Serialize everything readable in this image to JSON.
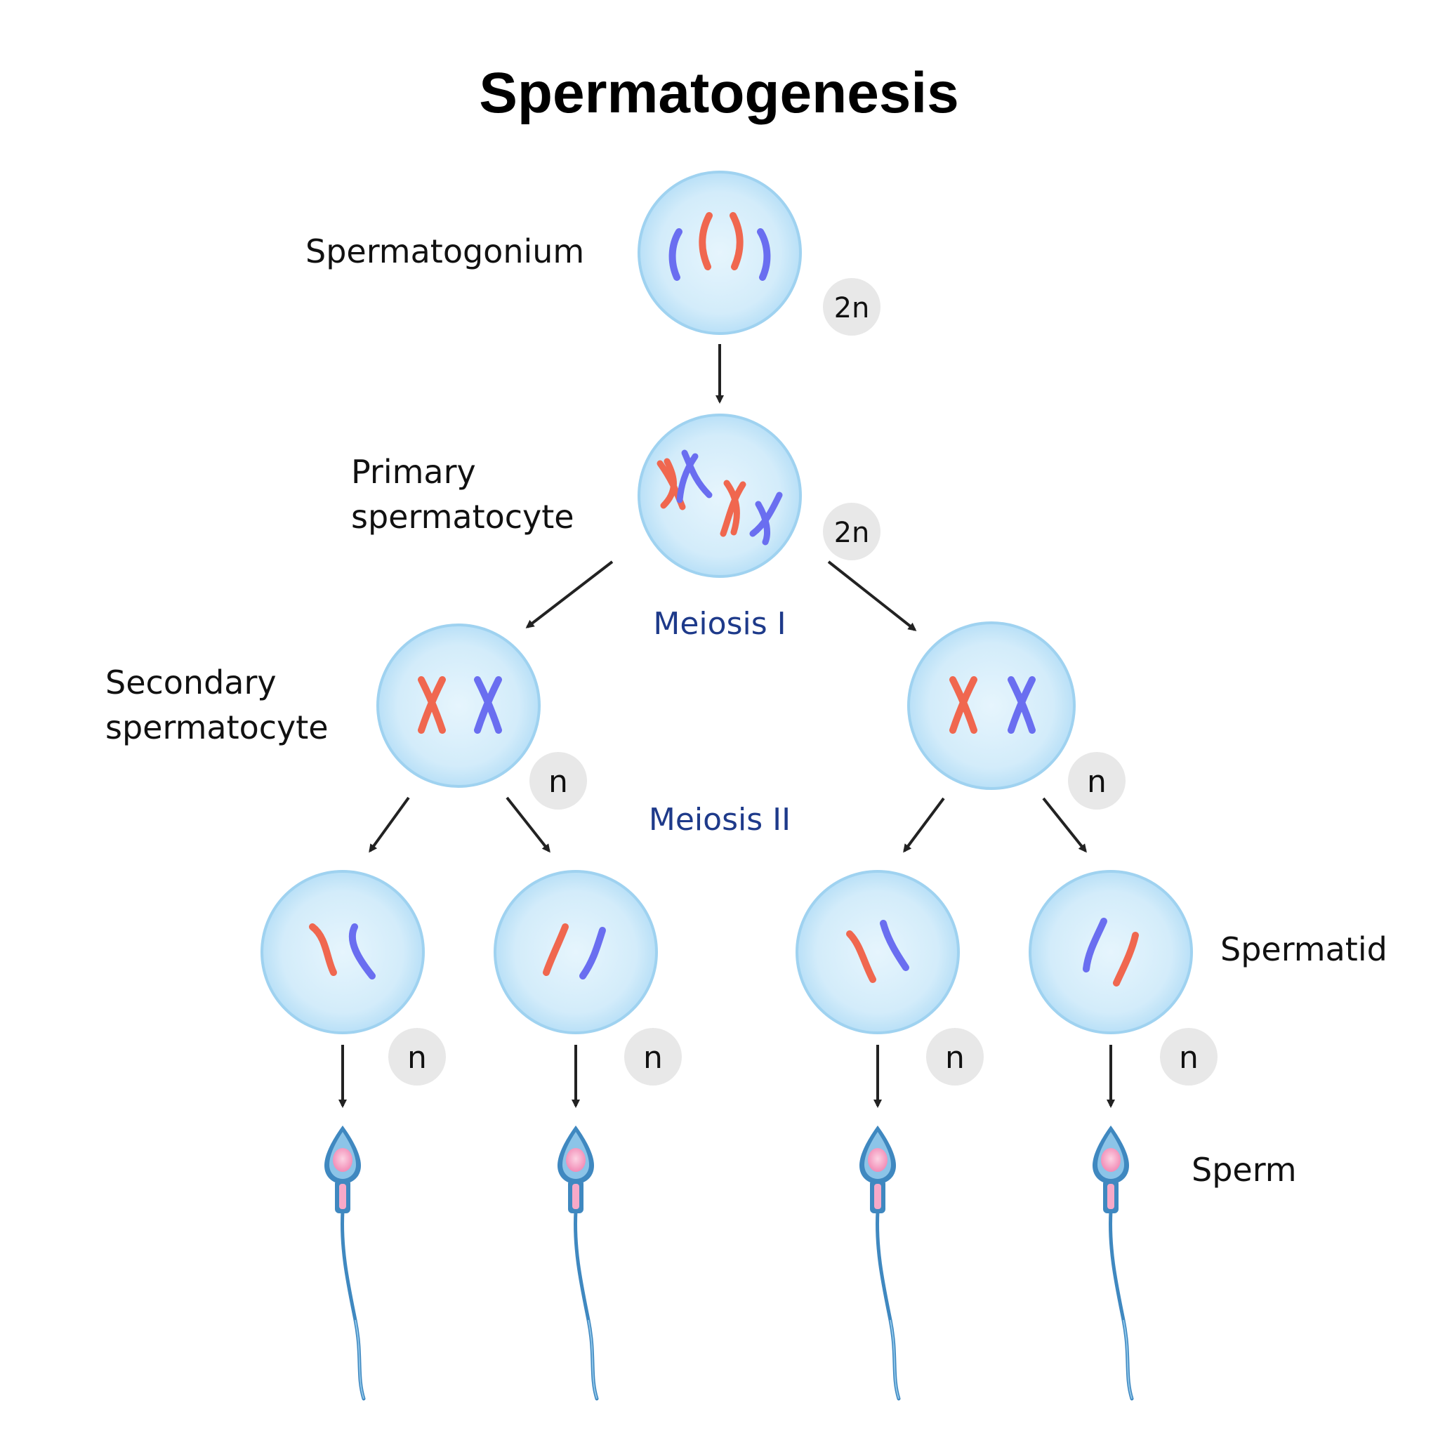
{
  "title": "Spermatogenesis",
  "stages": {
    "spermatogonium": "Spermatogonium",
    "primary_line1": "Primary",
    "primary_line2": "spermatocyte",
    "secondary_line1": "Secondary",
    "secondary_line2": "spermatocyte",
    "spermatid": "Spermatid",
    "sperm": "Sperm"
  },
  "phases": {
    "meiosis1": "Meiosis I",
    "meiosis2": "Meiosis II"
  },
  "ploidy": {
    "spermatogonium": "2n",
    "primary": "2n",
    "secondary_left": "n",
    "secondary_right": "n",
    "spermatid_1": "n",
    "spermatid_2": "n",
    "spermatid_3": "n",
    "spermatid_4": "n"
  },
  "colors": {
    "maternal_chromosome": "#f0674f",
    "paternal_chromosome": "#6a6ef0",
    "cell_fill": "#d6eefb",
    "cell_border": "#9fd2f0",
    "phase_label": "#1e3a8a",
    "ploidy_badge": "#e8e8e8",
    "sperm_body": "#3f88c0",
    "sperm_nucleus": "#f7a9c8"
  }
}
